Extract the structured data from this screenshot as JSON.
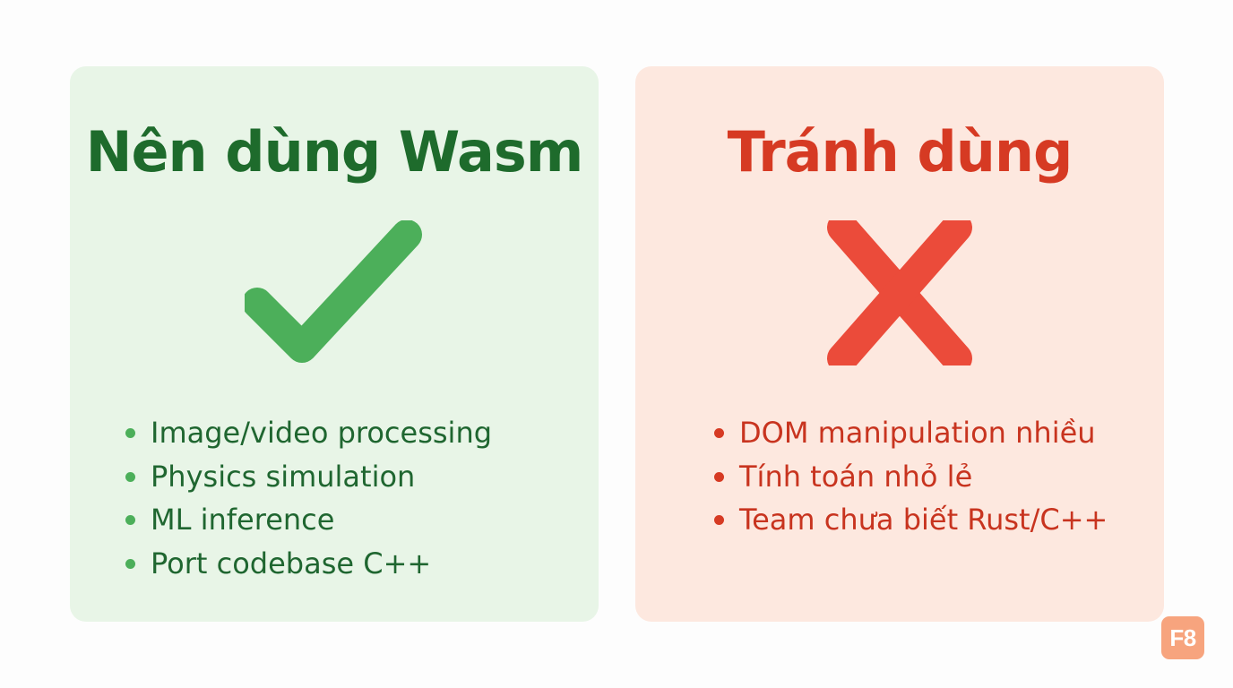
{
  "left_panel": {
    "title": "Nên dùng Wasm",
    "icon": "check-icon",
    "accent_color": "#4caf5a",
    "title_color": "#1e6b2c",
    "background": "#e8f5e7",
    "items": [
      "Image/video processing",
      "Physics simulation",
      "ML inference",
      "Port codebase C++"
    ]
  },
  "right_panel": {
    "title": "Tránh dùng",
    "icon": "cross-icon",
    "accent_color": "#eb4b3a",
    "title_color": "#d63a23",
    "background": "#fde8df",
    "items": [
      "DOM manipulation nhiều",
      "Tính toán nhỏ lẻ",
      "Team chưa biết Rust/C++"
    ]
  },
  "brand": {
    "label": "F8",
    "color": "#f7a47e"
  }
}
